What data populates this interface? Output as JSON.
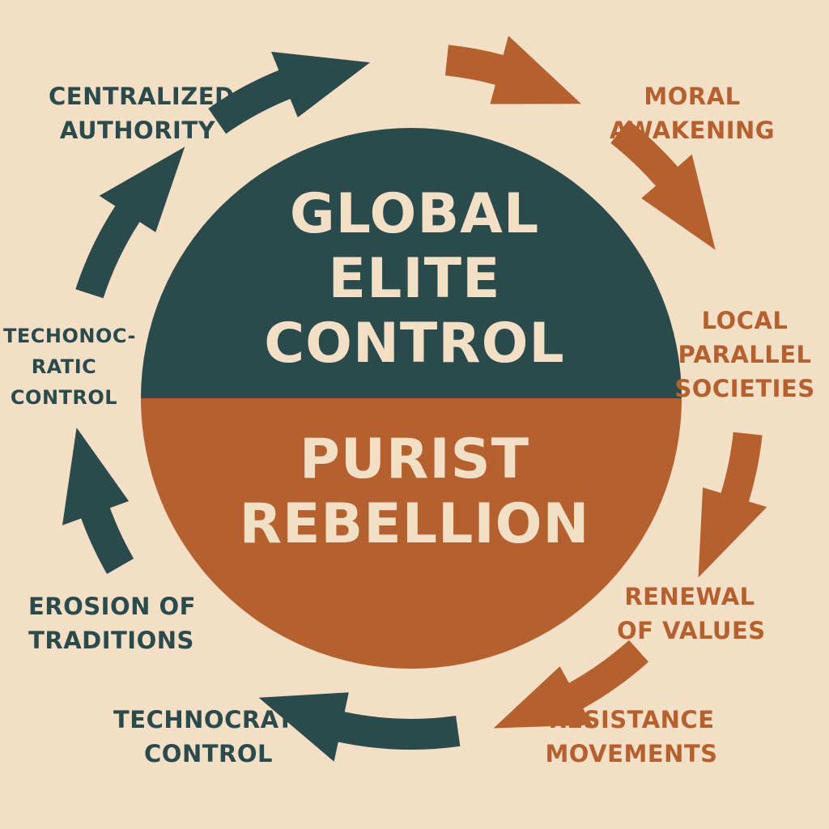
{
  "colors": {
    "background": "#f3dfc6",
    "teal": "#2b4a4c",
    "rust": "#b5612f",
    "text_light": "#f3dfc6"
  },
  "center": {
    "top_lines": [
      "GLOBAL",
      "ELITE",
      "CONTROL"
    ],
    "bottom_lines": [
      "PURIST",
      "REBELLION"
    ]
  },
  "labels": {
    "centralized_authority": [
      "CENTRALIZED",
      "AUTHORITY"
    ],
    "moral_awakening": [
      "MORAL",
      "AWAKENING"
    ],
    "local_parallel_societies": [
      "LOCAL",
      "PARALLEL",
      "SOCIETIES"
    ],
    "renewal_of_values": [
      "RENEWAL",
      "OF VALUES"
    ],
    "resistance_movements": [
      "RESISTANCE",
      "MOVEMENTS"
    ],
    "technocratic_control_bottom": [
      "TECHNOCRATIC",
      "CONTROL"
    ],
    "erosion_of_traditions": [
      "EROSION OF",
      "TRADITIONS"
    ],
    "technocratic_control_left": [
      "TECHONOC-",
      "RATIC",
      "CONTROL"
    ]
  }
}
